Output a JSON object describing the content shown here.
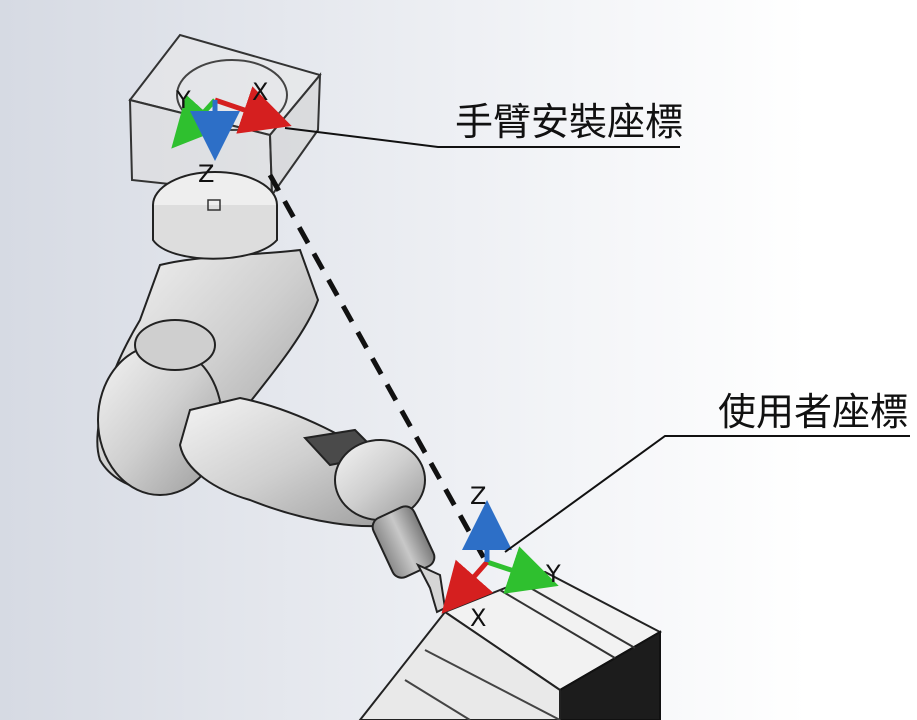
{
  "diagram": {
    "callouts": {
      "arm_mount_frame": "手臂安裝座標",
      "user_frame": "使用者座標"
    },
    "arm_mount_axes": {
      "x": "X",
      "y": "Y",
      "z": "Z"
    },
    "user_axes": {
      "x": "X",
      "y": "Y",
      "z": "Z"
    }
  },
  "colors": {
    "axis_x": "#d51f1f",
    "axis_y": "#2fc02f",
    "axis_z": "#2d6fc7",
    "background_left": "#d9dde6",
    "background_right": "#ffffff"
  }
}
